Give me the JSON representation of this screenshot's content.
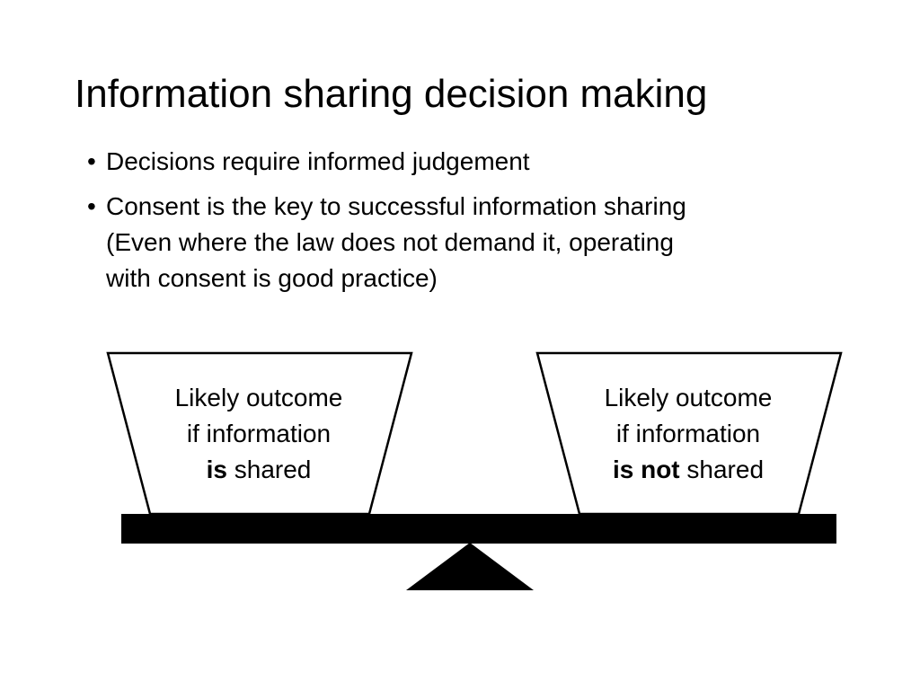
{
  "slide": {
    "title": "Information sharing decision making",
    "bullets": [
      {
        "marker": "•",
        "lines": [
          "Decisions require informed judgement"
        ]
      },
      {
        "marker": "•",
        "lines": [
          "Consent is the key to successful information sharing",
          "(Even where the law does not demand it, operating",
          "with consent is good practice)"
        ]
      }
    ]
  },
  "scale": {
    "left_pan": {
      "line1": "Likely outcome",
      "line2": "if information",
      "emphasis": "is",
      "suffix": " shared"
    },
    "right_pan": {
      "line1": "Likely outcome",
      "line2": "if information",
      "emphasis": "is not",
      "suffix": " shared"
    },
    "colors": {
      "stroke": "#000000",
      "fill": "#ffffff",
      "beam": "#000000"
    }
  }
}
